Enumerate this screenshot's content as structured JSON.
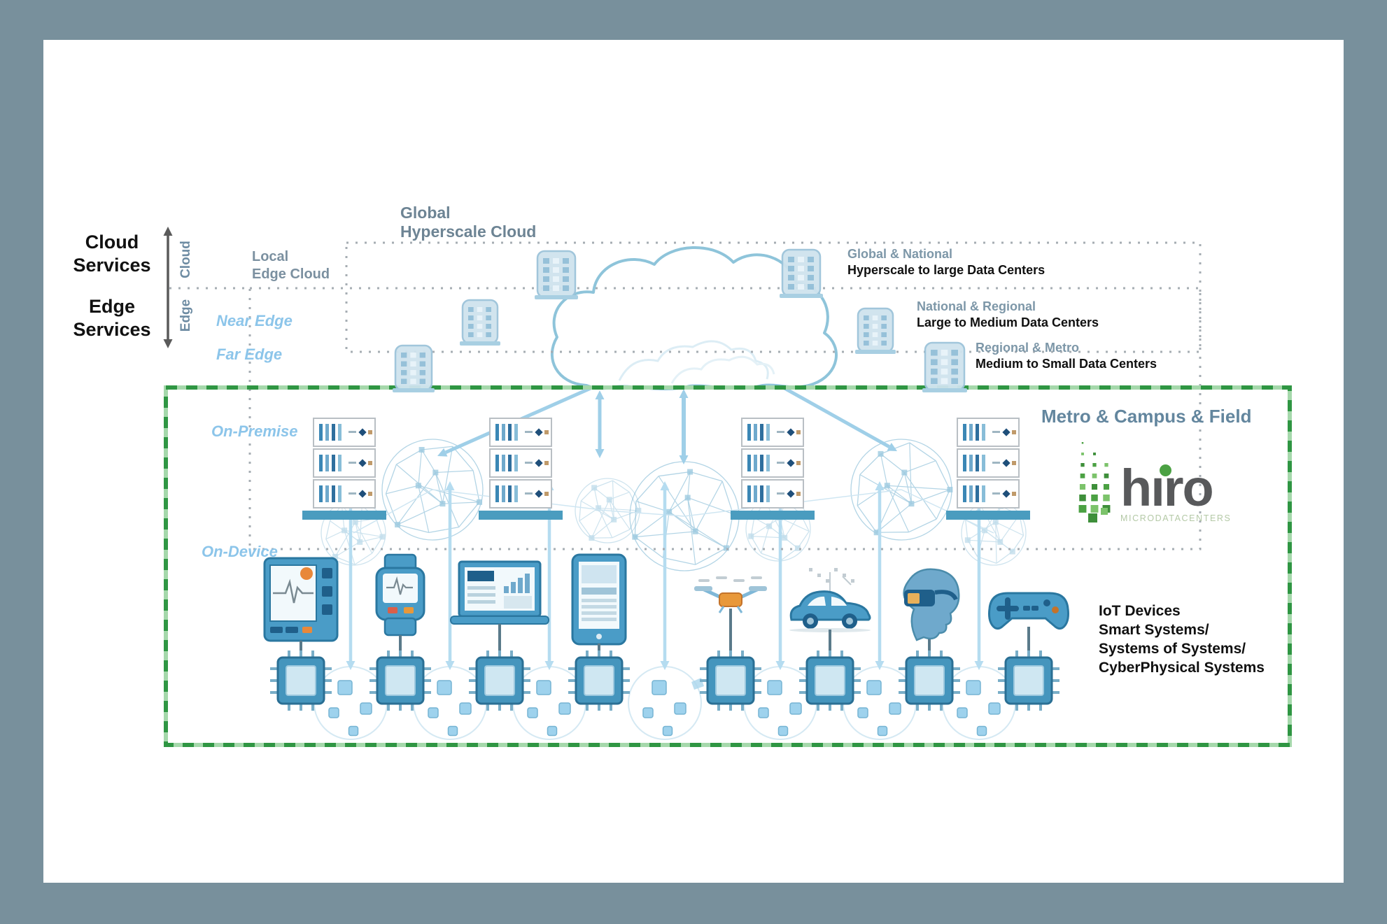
{
  "left_axis": {
    "cloud_services": [
      "Cloud",
      "Services"
    ],
    "edge_services": [
      "Edge",
      "Services"
    ],
    "cloud_label": "Cloud",
    "edge_label": "Edge"
  },
  "cloud_tier": {
    "global_label": [
      "Global",
      "Hyperscale Cloud"
    ],
    "local_label": [
      "Local",
      "Edge Cloud"
    ]
  },
  "edge_levels": {
    "near": "Near Edge",
    "far": "Far Edge",
    "on_premise": "On-Premise",
    "on_device": "On-Device"
  },
  "tiers": [
    {
      "title": "Global & National",
      "desc": "Hyperscale to large Data Centers"
    },
    {
      "title": "National & Regional",
      "desc": "Large to Medium Data Centers"
    },
    {
      "title": "Regional & Metro",
      "desc": "Medium to Small Data Centers"
    }
  ],
  "metro": {
    "title": "Metro & Campus & Field",
    "iot_lines": [
      "IoT Devices",
      "Smart Systems/",
      "Systems of Systems/",
      "CyberPhysical Systems"
    ]
  },
  "logo": {
    "word": "hiro",
    "tagline": "MICRODATACENTERS"
  },
  "icons": {
    "devices": [
      "patient-monitor",
      "smartwatch",
      "laptop",
      "tablet",
      "drone",
      "smart-car",
      "vr-headset",
      "game-controller"
    ],
    "chip": "chip-icon",
    "cloud": "cloud-icon",
    "data_center": "data-center-icon",
    "server_rack": "server-rack-icon",
    "mesh": "network-mesh-icon",
    "axis_arrow": "cloud-edge-axis-arrow"
  },
  "colors": {
    "frame_bg": "#78909c",
    "green_border": "#2f9643",
    "accent_blue": "#4a9cc7",
    "dark_blue": "#2a77a0",
    "light_blue_label": "#8cc5ea",
    "slate_label": "#6e8ca3",
    "logo_green": "#4ba143",
    "orange": "#e8883a",
    "dotted_gray": "#a6adb3"
  }
}
